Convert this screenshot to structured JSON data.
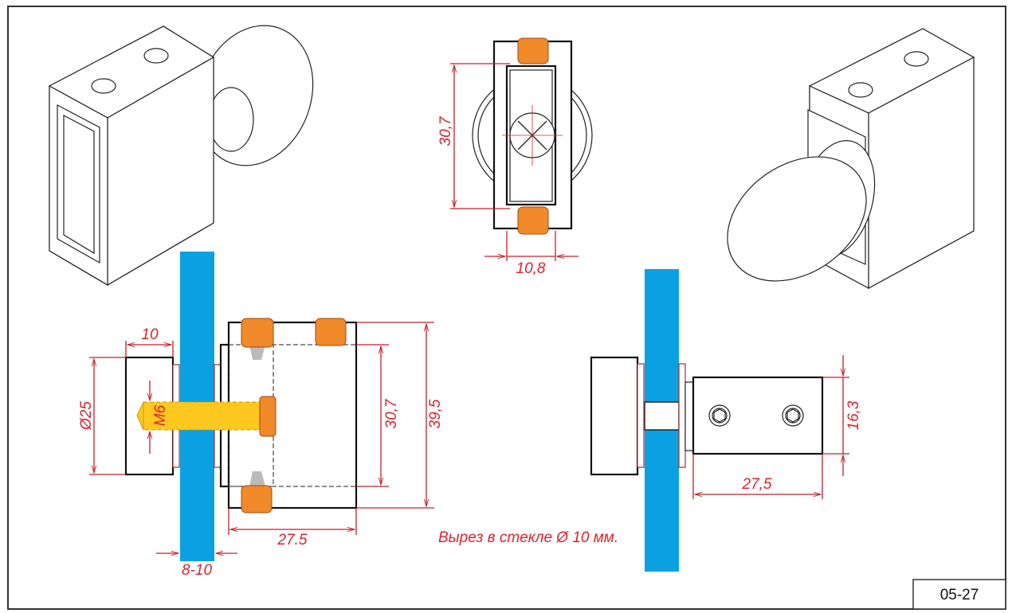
{
  "drawing": {
    "code": "05-27",
    "note": "Вырез в стекле Ø 10 мм.",
    "colors": {
      "glass": "#0aa0e2",
      "dimension": "#e0202a",
      "nut": "#f08a2a",
      "bolt": "#ffc81e"
    },
    "top_view": {
      "height_dim": "30,7",
      "width_dim": "10,8"
    },
    "side_view": {
      "knob_width_dim": "10",
      "knob_diameter_dim": "Ø25",
      "thread_dim": "M6",
      "inner_height_dim": "30,7",
      "outer_height_dim": "39,5",
      "block_length_dim": "27.5",
      "glass_thickness_dim": "8-10"
    },
    "front_view": {
      "height_dim": "16,3",
      "length_dim": "27,5"
    }
  }
}
